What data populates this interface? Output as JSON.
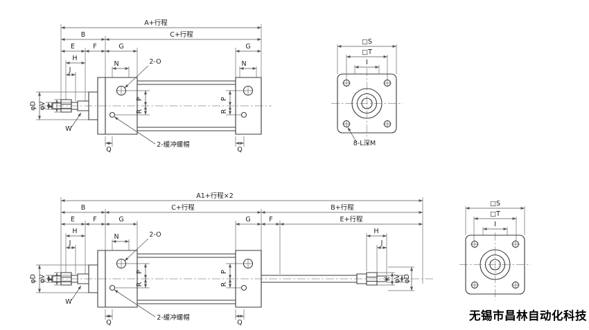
{
  "background": "#ffffff",
  "line_colors": {
    "geometry": "#3a3a3a",
    "dimension": "#555555",
    "centerline": "#8a8a8a"
  },
  "watermark": {
    "text": "无锡市昌林自动化科技",
    "color": "#000000"
  },
  "top_view": {
    "dims": {
      "a": "A+行程",
      "b": "B",
      "c": "C+行程",
      "e": "E",
      "f": "F",
      "g1": "G",
      "g2": "G",
      "h": "H",
      "n1": "N",
      "n2": "N",
      "j": "J",
      "o": "2-O",
      "p1": "P",
      "p2": "P",
      "r1": "R",
      "r2": "R",
      "q1": "Q",
      "q2": "Q",
      "w": "W",
      "dia_d": "φD",
      "dia_v": "φV",
      "k": "K",
      "cushion": "2-缓冲螺帽"
    }
  },
  "top_end_view": {
    "dims": {
      "s": "□S",
      "t": "□T",
      "i": "I",
      "holes": "8-L深M"
    }
  },
  "bottom_view": {
    "dims": {
      "a1": "A1+行程×2",
      "b1": "B",
      "c": "C+行程",
      "b2": "B+行程",
      "e1": "E",
      "f1": "F",
      "g1": "G",
      "g2": "G",
      "f2": "F",
      "e2": "E+行程",
      "h1": "H",
      "j1": "J",
      "h2": "H",
      "j2": "J",
      "n": "N",
      "o": "2-O",
      "p1": "P",
      "p2": "P",
      "r1": "R",
      "r2": "R",
      "q1": "Q",
      "q2": "Q",
      "w": "W",
      "dia_d1": "φD",
      "dia_v1": "φV",
      "k1": "K",
      "k2": "K",
      "dia_v2": "φV",
      "dia_d2": "φD",
      "cushion": "2-缓冲螺帽"
    }
  },
  "bottom_end_view": {
    "dims": {
      "s": "□S",
      "t": "□T",
      "i": "I"
    }
  }
}
